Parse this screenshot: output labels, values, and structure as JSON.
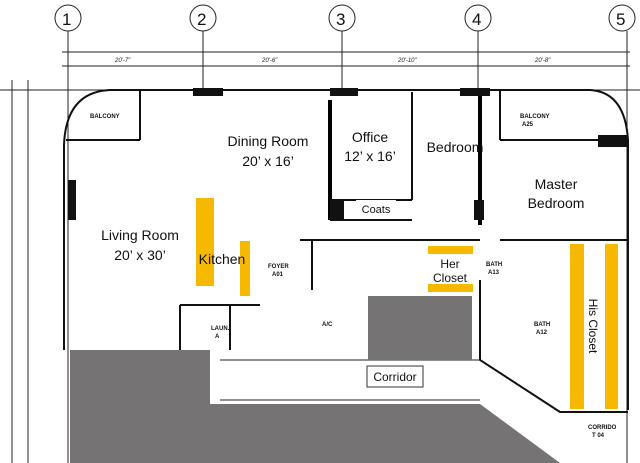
{
  "grid_markers": [
    "1",
    "2",
    "3",
    "4",
    "5"
  ],
  "dimensions": [
    "20'-7\"",
    "20'-6\"",
    "20'-10\"",
    "20'-8\""
  ],
  "rooms": {
    "balcony_left": "BALCONY",
    "balcony_right": "BALCONY",
    "balcony_right_code": "A25",
    "dining": {
      "name": "Dining Room",
      "size": "20’ x 16’"
    },
    "office": {
      "name": "Office",
      "size": "12’ x 16’"
    },
    "bedroom": "Bedroom",
    "master": {
      "line1": "Master",
      "line2": "Bedroom"
    },
    "living": {
      "name": "Living Room",
      "size": "20’ x 30’"
    },
    "kitchen": "Kitchen",
    "coats": "Coats",
    "foyer": {
      "name": "FOYER",
      "code": "A01"
    },
    "her_closet": {
      "line1": "Her",
      "line2": "Closet"
    },
    "bath_a13": {
      "name": "BATH",
      "code": "A13"
    },
    "bath_a12": {
      "name": "BATH",
      "code": "A12"
    },
    "laundry": {
      "name": "LAUN.",
      "code": "A"
    },
    "ac": "A/C",
    "corridor": "Corridor",
    "his_closet": "His Closet",
    "corridor_t04": {
      "name": "CORRIDO",
      "code": "T 04"
    }
  },
  "colors": {
    "highlight": "#F7B800",
    "masked": "#757373",
    "ink": "#111111"
  }
}
